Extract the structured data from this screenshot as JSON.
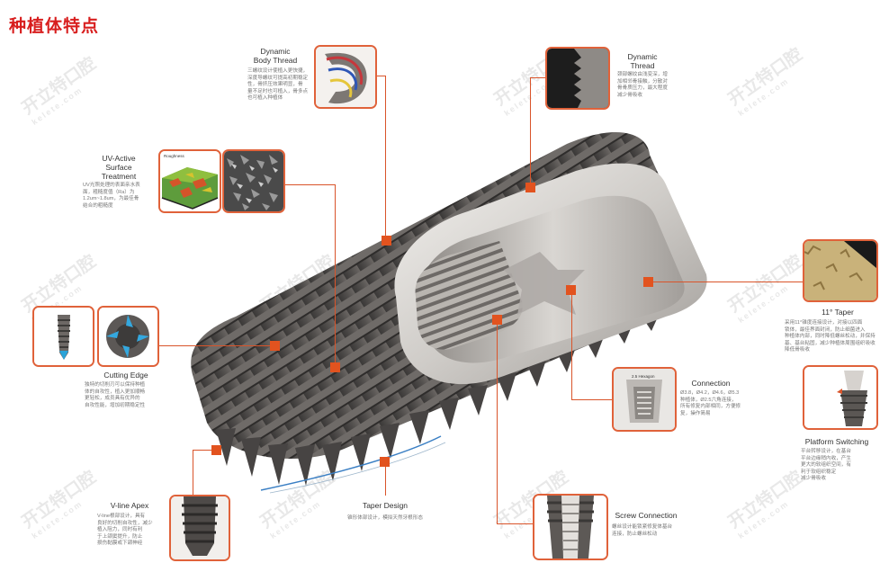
{
  "title": "种植体特点",
  "watermark": {
    "cn": "开立特口腔",
    "en": "kelete.com"
  },
  "features": {
    "dynamic_body_thread": {
      "title": "Dynamic\nBody Thread",
      "desc": "三螺纹设计使植入更快捷，\n深度导螺纹可提高初期稳定\n性，骨挤压效果明显，骨\n量不足时也可植入，骨多点\n也可植入种植体"
    },
    "dynamic_thread": {
      "title": "Dynamic\nThread",
      "desc": "颈部螺纹由浅变深，增\n加相邻骨接触，分散对\n骨骨质压力，最大程度\n减少骨吸收"
    },
    "uv_surface": {
      "title": "UV-Active\nSurface\nTreatment",
      "desc": "UV光照处理的表面亲水表\n面，粗糙度值（Ra）为\n1.2um~1.8um，为最佳骨\n结合的粗糙度",
      "chart_label": "Roughness"
    },
    "taper_11": {
      "title": "11° Taper",
      "desc": "采用11°锥度连接设计，对接以四面\n锁体，最佳界面封闭，防止细菌进入\n种植体内部，同时降低螺丝松动，并保持\n基、基台粘固，减少种植体周围组织吸收\n降低骨吸收"
    },
    "cutting_edge": {
      "title": "Cutting Edge",
      "desc": "独特的切削刃可以保持种植\n体的自攻性，植入更加顺畅\n更轻松，成员具有优异的\n自攻性能，增加初期稳定性"
    },
    "connection": {
      "title": "Connection",
      "desc": "Ø3.8，Ø4.2，Ø4.6，Ø5.3\n种植体，Ø2.5六角连接，\n所有修复内部相同，方便修\n复，操作简易",
      "inset_label": "2.5 Hexagon"
    },
    "platform_switching": {
      "title": "Platform Switching",
      "desc": "平台转移设计，在基台\n平台边缘稍内收，产生\n更大的软组织空间，有\n利于软组织稳定\n减少骨吸收"
    },
    "v_line_apex": {
      "title": "V-line Apex",
      "desc": "V-line根部设计，具有\n良好的切削自攻性，减少\n植入阻力，同时有利\n于上颌窦提升，防止\n损伤黏膜或下颌神经"
    },
    "taper_design": {
      "title": "Taper Design",
      "desc": "锥形体部设计，模拟天然牙根形态"
    },
    "screw_connection": {
      "title": "Screw Connection",
      "desc": "螺丝设计能锁紧修复体基台\n连接，防止螺丝松动"
    }
  }
}
